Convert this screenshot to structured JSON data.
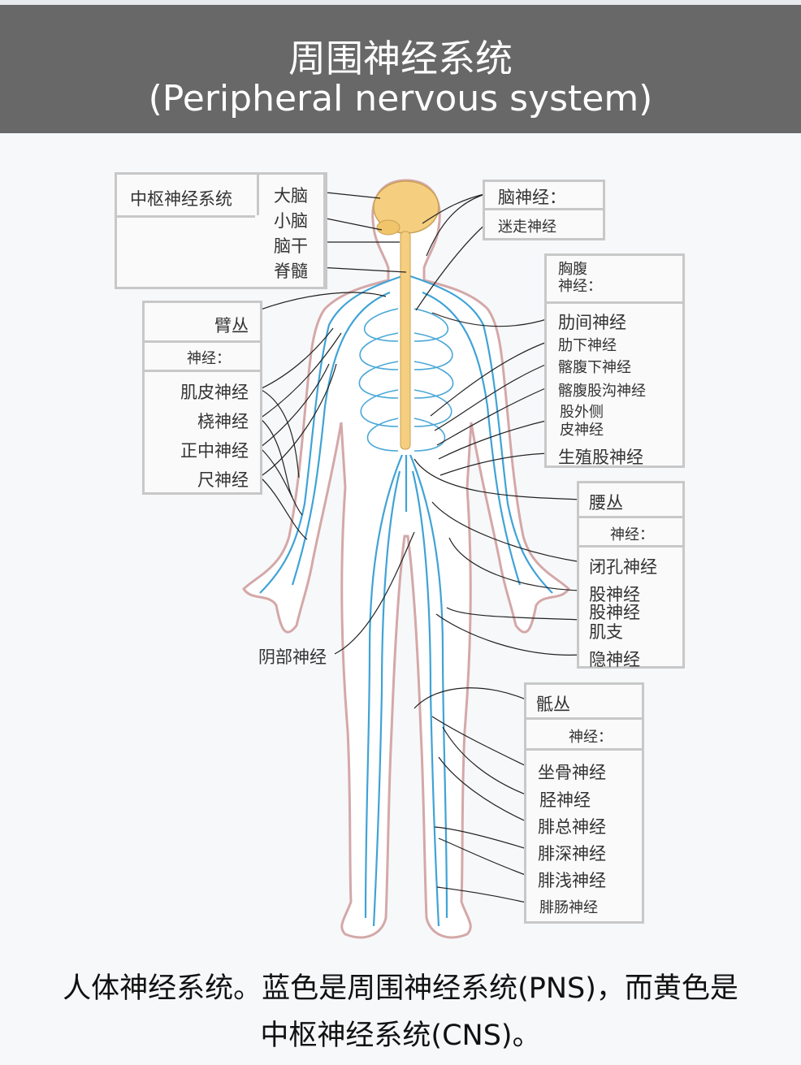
{
  "header": {
    "title": "周围神经系统",
    "subtitle": "(Peripheral nervous system)"
  },
  "colors": {
    "header_bg": "#686868",
    "pns": "#3fa3d6",
    "cns": "#f5cf7f",
    "skin": "#c9a0a0"
  },
  "cns_box": {
    "title": "中枢神经系统",
    "items": [
      "大脑",
      "小脑",
      "脑干",
      "脊髓"
    ]
  },
  "cranial_box": {
    "title": "脑神经：",
    "items": [
      "迷走神经"
    ]
  },
  "brachial_box": {
    "title": "臂丛",
    "subtitle": "神经：",
    "items": [
      "肌皮神经",
      "桡神经",
      "正中神经",
      "尺神经"
    ]
  },
  "thoraco_box": {
    "title_line1": "胸腹",
    "title_line2": "神经：",
    "items": [
      "肋间神经",
      "肋下神经",
      "髂腹下神经",
      "髂腹股沟神经",
      "股外侧",
      "皮神经",
      "生殖股神经"
    ]
  },
  "lumbar_box": {
    "title": "腰丛",
    "subtitle": "神经：",
    "items": [
      "闭孔神经",
      "股神经",
      "股神经",
      "肌支",
      "隐神经"
    ]
  },
  "sacral_box": {
    "title": "骶丛",
    "subtitle": "神经：",
    "items": [
      "坐骨神经",
      "胫神经",
      "腓总神经",
      "腓深神经",
      "腓浅神经",
      "腓肠神经"
    ]
  },
  "pudendal_label": "阴部神经",
  "caption": {
    "line1": "人体神经系统。蓝色是周围神经系统(PNS)，而黄色是",
    "line2": "中枢神经系统(CNS)。"
  }
}
